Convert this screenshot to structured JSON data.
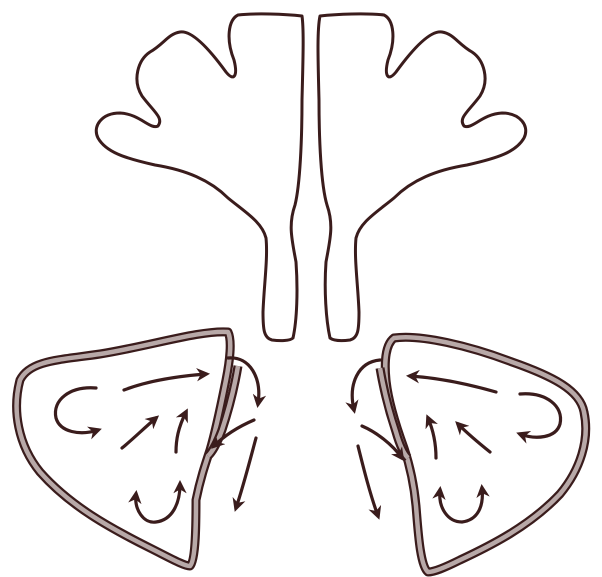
{
  "colors": {
    "ink": "#3a1c1c",
    "rim": "#b8a9a8",
    "background": "#ffffff"
  },
  "figure": {
    "panels": [
      {
        "name": "upper-left-lobed-shape"
      },
      {
        "name": "upper-right-lobed-shape"
      },
      {
        "name": "lower-left-chamber-with-flow-arrows"
      },
      {
        "name": "lower-right-chamber-with-flow-arrows"
      }
    ]
  }
}
